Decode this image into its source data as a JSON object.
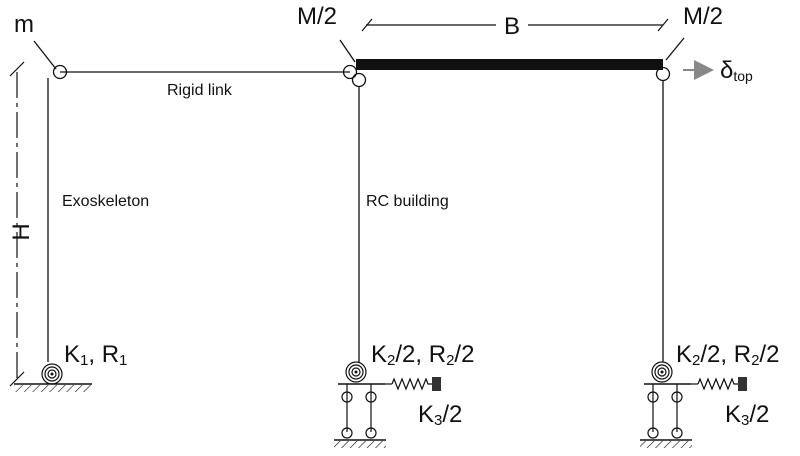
{
  "labels": {
    "m": "m",
    "m_left": "M/2",
    "m_right": "M/2",
    "b": "B",
    "delta": "δ",
    "delta_sub": "top",
    "h": "H",
    "rigid_link": "Rigid link",
    "exoskeleton": "Exoskeleton",
    "rc_building": "RC building",
    "support_left": {
      "k": "K",
      "k_sub": "1",
      "sep": ", ",
      "r": "R",
      "r_sub": "1"
    },
    "support_mid": {
      "k": "K",
      "k_sub": "2",
      "k_div": "/2",
      "sep": ", ",
      "r": "R",
      "r_sub": "2",
      "r_div": "/2"
    },
    "support_right": {
      "k": "K",
      "k_sub": "2",
      "k_div": "/2",
      "sep": ", ",
      "r": "R",
      "r_sub": "2",
      "r_div": "/2"
    },
    "spring_mid": {
      "k": "K",
      "k_sub": "3",
      "k_div": "/2"
    },
    "spring_right": {
      "k": "K",
      "k_sub": "3",
      "k_div": "/2"
    }
  },
  "colors": {
    "line": "#111111",
    "arrow": "#888888"
  }
}
